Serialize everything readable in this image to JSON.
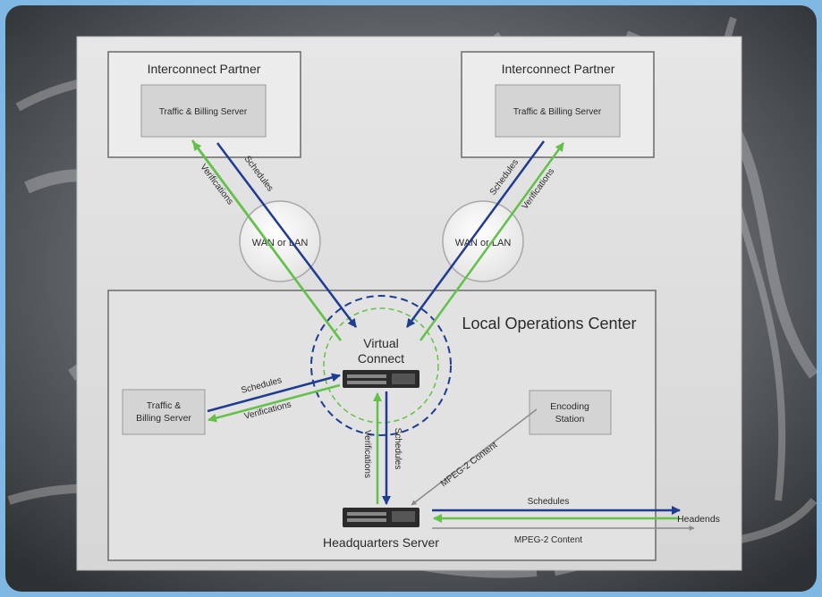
{
  "partners": [
    {
      "title": "Interconnect Partner",
      "server": "Traffic & Billing Server"
    },
    {
      "title": "Interconnect Partner",
      "server": "Traffic & Billing Server"
    }
  ],
  "network_clouds": [
    "WAN or LAN",
    "WAN or LAN"
  ],
  "operations_center": {
    "title": "Local Operations Center"
  },
  "virtual_connect": {
    "line1": "Virtual",
    "line2": "Connect"
  },
  "local_server": {
    "line1": "Traffic &",
    "line2": "Billing Server"
  },
  "encoding_station": {
    "line1": "Encoding",
    "line2": "Station"
  },
  "headquarters": {
    "label": "Headquarters Server"
  },
  "headends": {
    "label": "Headends"
  },
  "flows": {
    "schedules": "Schedules",
    "verifications": "Verifications",
    "mpeg2": "MPEG-2 Content"
  },
  "colors": {
    "schedules": "#1f3c93",
    "verifications": "#63c04a",
    "mpeg2": "#8a8a8a"
  }
}
